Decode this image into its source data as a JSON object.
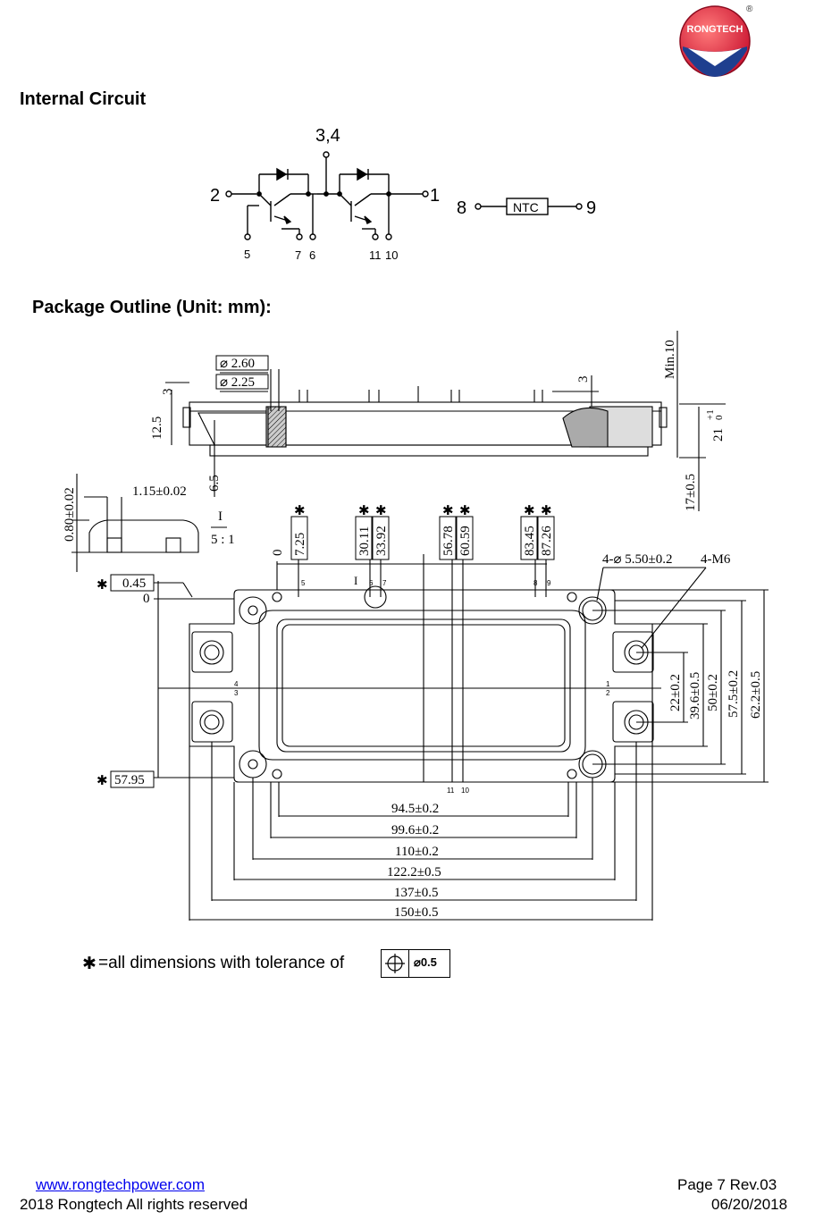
{
  "logo": {
    "text": "RONGTECH",
    "registered_mark": "®"
  },
  "headings": {
    "internal_circuit": "Internal Circuit",
    "package_outline": "Package Outline (Unit: mm):"
  },
  "circuit": {
    "pins": {
      "p34": "3,4",
      "p2": "2",
      "p1": "1",
      "p5": "5",
      "p7": "7",
      "p6": "6",
      "p11": "11",
      "p10": "10",
      "p8": "8",
      "p9": "9"
    },
    "ntc_label": "NTC"
  },
  "outline": {
    "side_view": {
      "dia_260": "⌀ 2.60",
      "dia_225": "⌀ 2.25",
      "dim_3_left": "3",
      "dim_125": "12.5",
      "dim_65": "6.5",
      "dim_3_right": "3",
      "dim_min10": "Min.10",
      "dim_21_main": "21",
      "dim_21_tol_plus": "+1",
      "dim_21_tol_zero": "0",
      "dim_175": "17±0.5"
    },
    "detail": {
      "dim_080": "0.80±0.02",
      "dim_115": "1.15±0.02",
      "detail_label": "I",
      "scale": "5 : 1"
    },
    "pin_positions": [
      "7.25",
      "30.11",
      "33.92",
      "56.78",
      "60.59",
      "83.45",
      "87.26"
    ],
    "star": "✱",
    "zero_top": "0",
    "zero_left": "0",
    "dim_045": "0.45",
    "dim_5795": "57.95",
    "mount_label": "4-⌀ 5.50±0.2",
    "m6_label": "4-M6",
    "horizontal_dims": [
      "94.5±0.2",
      "99.6±0.2",
      "110±0.2",
      "122.2±0.5",
      "137±0.5",
      "150±0.5"
    ],
    "vertical_dims": [
      "22±0.2",
      "39.6±0.5",
      "50±0.2",
      "57.5±0.2",
      "62.2±0.5"
    ],
    "small_pins": {
      "p5": "5",
      "p6": "6",
      "p7": "7",
      "p8": "8",
      "p9": "9",
      "p11": "11",
      "p10": "10",
      "p4": "4",
      "p3": "3",
      "p1": "1",
      "p2": "2",
      "detail_i": "I"
    }
  },
  "note": {
    "text": "=all dimensions with tolerance of",
    "tolerance": "⌀0.5"
  },
  "footer": {
    "url": "www.rongtechpower.com",
    "copyright": "2018 Rongtech All rights reserved",
    "page": "Page 7  Rev.03",
    "date": "06/20/2018"
  }
}
